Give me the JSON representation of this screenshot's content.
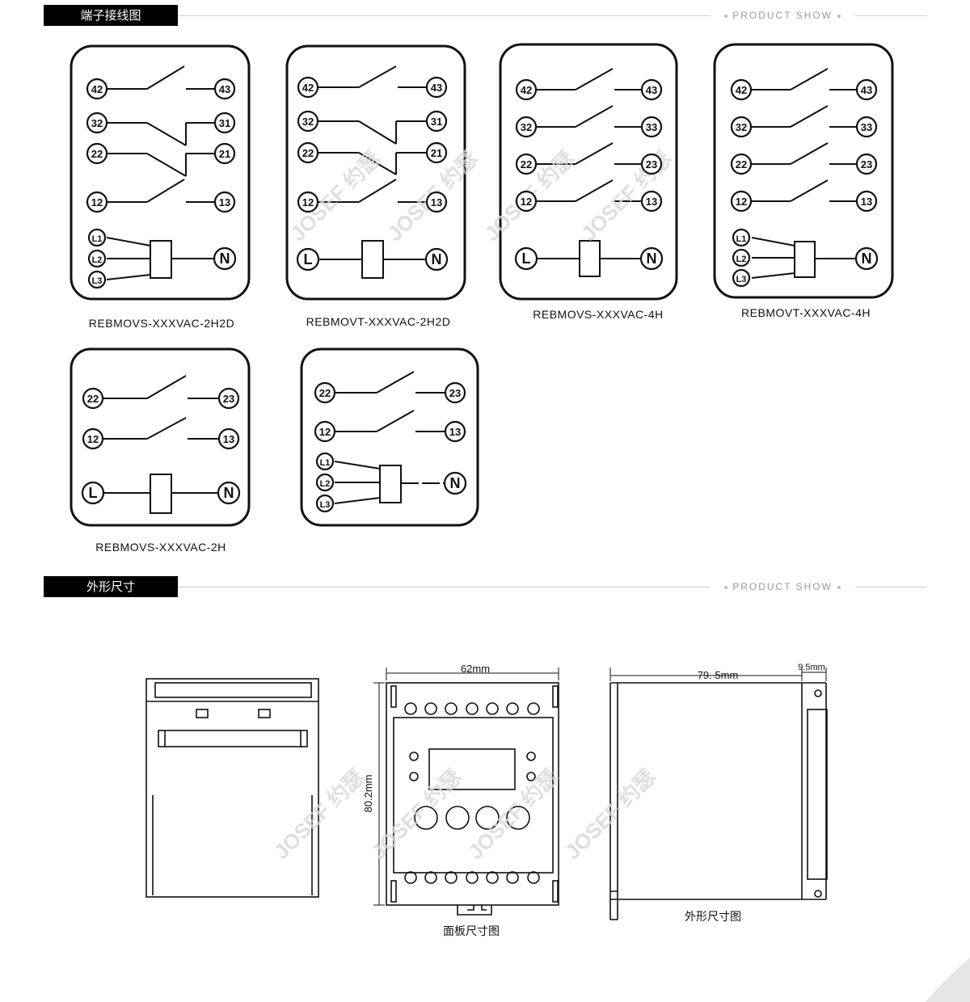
{
  "section1": {
    "title": "端子接线图",
    "brand": "PRODUCT SHOW"
  },
  "section2": {
    "title": "外形尺寸",
    "brand": "PRODUCT SHOW"
  },
  "watermark": "JOSEF 约瑟",
  "diagrams": [
    {
      "caption": "REBMOVS-XXXVAC-2H2D"
    },
    {
      "caption": "REBMOVT-XXXVAC-2H2D"
    },
    {
      "caption": "REBMOVS-XXXVAC-4H"
    },
    {
      "caption": "REBMOVT-XXXVAC-4H"
    },
    {
      "caption": "REBMOVS-XXXVAC-2H"
    },
    {
      "caption": ""
    }
  ],
  "terminals": {
    "t42": "42",
    "t43": "43",
    "t32": "32",
    "t31": "31",
    "t33": "33",
    "t22": "22",
    "t21": "21",
    "t23": "23",
    "t12": "12",
    "t13": "13",
    "L": "L",
    "N": "N",
    "L1": "L1",
    "L2": "L2",
    "L3": "L3"
  },
  "dimensions": {
    "width": "62mm",
    "height": "80.2mm",
    "depth": "79. 5mm",
    "offset": "9.5mm",
    "front_caption": "面板尺寸图",
    "side_caption": "外形尺寸图"
  }
}
